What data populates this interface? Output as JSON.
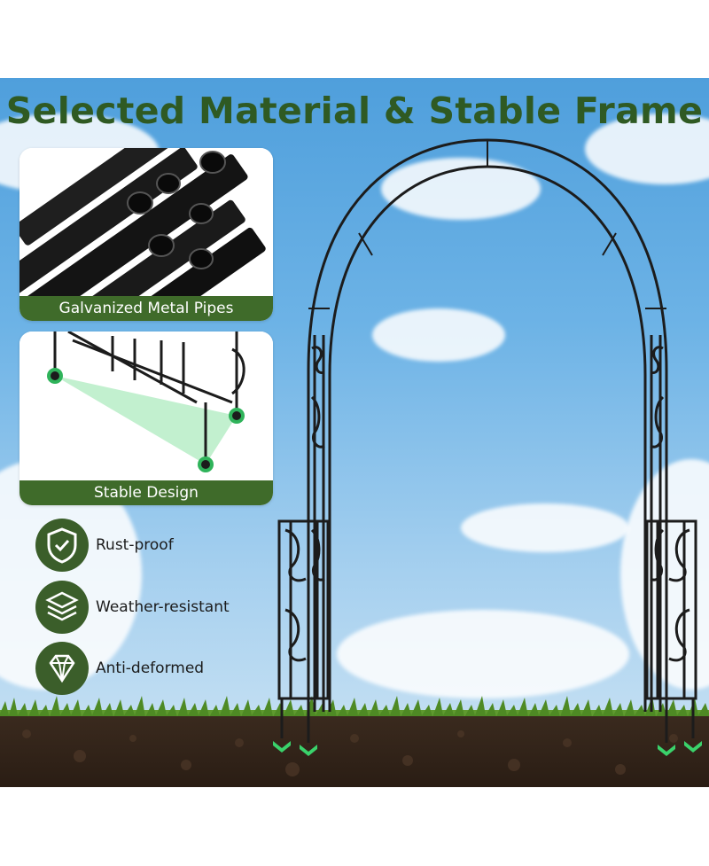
{
  "title": "Selected Material & Stable Frame",
  "cards": [
    {
      "label": "Galvanized Metal Pipes",
      "icon": "metal-pipes-image"
    },
    {
      "label": "Stable Design",
      "icon": "stable-base-diagram"
    }
  ],
  "features": [
    {
      "label": "Rust-proof",
      "icon": "shield-check-icon"
    },
    {
      "label": "Weather-resistant",
      "icon": "layers-icon"
    },
    {
      "label": "Anti-deformed",
      "icon": "diamond-icon"
    }
  ],
  "colors": {
    "brand_green": "#2f5a23",
    "label_bar": "#3f6b2a",
    "badge": "#3b5e2a",
    "accent_green": "#3ad26b"
  }
}
